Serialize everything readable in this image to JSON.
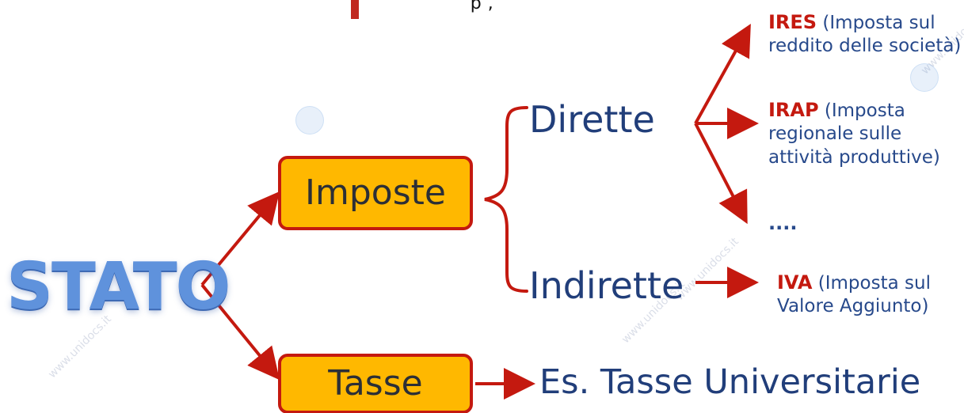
{
  "top_fragment": "p                     ,                    ",
  "watermark_text": "www.unidocs.it",
  "root": {
    "label": "STATO"
  },
  "categories": {
    "imposte": {
      "label": "Imposte"
    },
    "tasse": {
      "label": "Tasse"
    }
  },
  "imposte_branches": {
    "dirette": {
      "label": "Dirette",
      "items": [
        {
          "code": "IRES",
          "description": "(Imposta sul reddito delle società)"
        },
        {
          "code": "IRAP",
          "description": "(Imposta regionale sulle attività produttive)"
        }
      ],
      "more": "...."
    },
    "indirette": {
      "label": "Indirette",
      "items": [
        {
          "code": "IVA",
          "description": "(Imposta sul Valore Aggiunto)"
        }
      ]
    }
  },
  "tasse_example": "Es. Tasse Universitarie",
  "colors": {
    "root": "#5f92dc",
    "box_fill": "#ffb800",
    "box_border": "#c4190f",
    "arrow": "#c4190f",
    "label": "#213e7a",
    "tax_code": "#c4190f"
  }
}
